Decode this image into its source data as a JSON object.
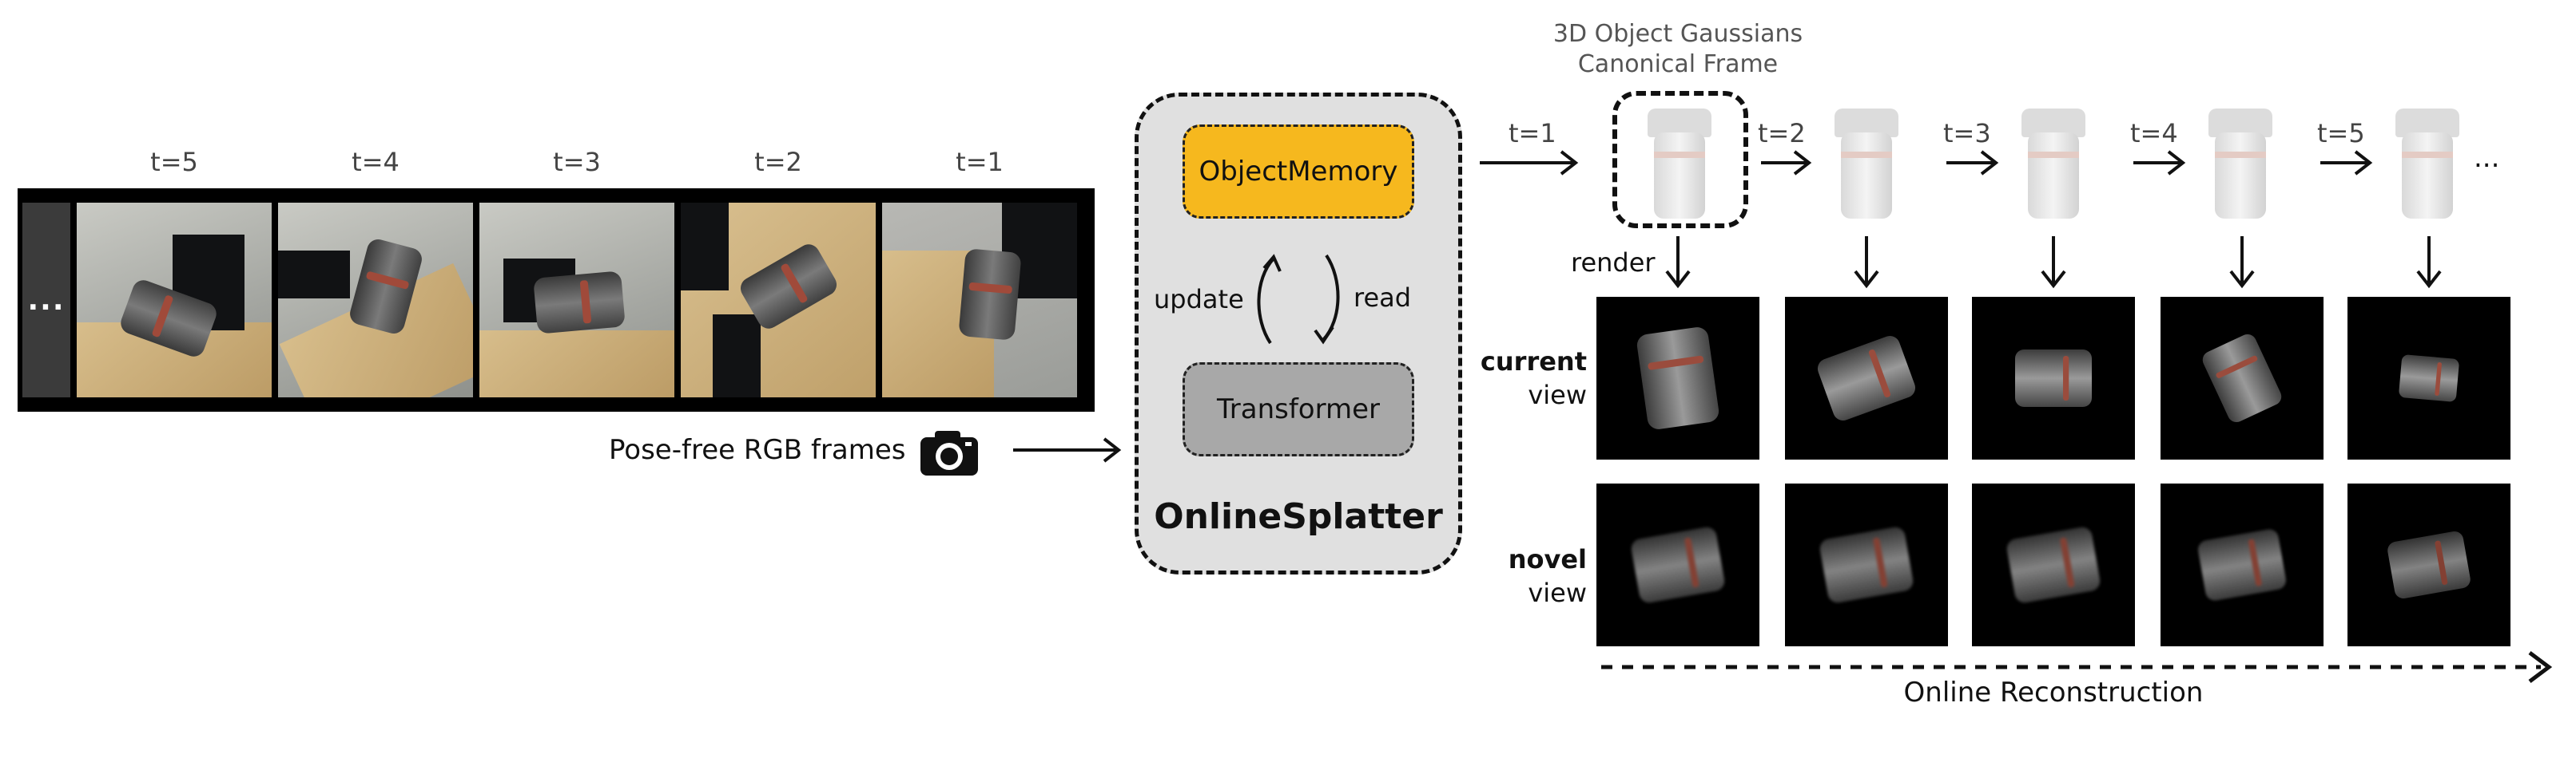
{
  "strip": {
    "more": "...",
    "frames": [
      {
        "label": "t=5"
      },
      {
        "label": "t=4"
      },
      {
        "label": "t=3"
      },
      {
        "label": "t=2"
      },
      {
        "label": "t=1"
      }
    ],
    "caption": "Pose-free RGB frames",
    "camera_icon": "camera-icon"
  },
  "splatter": {
    "memory_label": "ObjectMemory",
    "transformer_label": "Transformer",
    "update_label": "update",
    "read_label": "read",
    "title": "OnlineSplatter",
    "colors": {
      "memory": "#f6b81e",
      "transformer": "#a8a8a8",
      "panel": "#e0e0e0"
    }
  },
  "gaussians": {
    "title_line1": "3D Object Gaussians",
    "title_line2": "Canonical Frame",
    "steps": [
      "t=1",
      "t=2",
      "t=3",
      "t=4",
      "t=5"
    ],
    "more": "...",
    "render_label": "render"
  },
  "views": {
    "current_bold": "current",
    "current_rest": "view",
    "novel_bold": "novel",
    "novel_rest": "view"
  },
  "timeline_label": "Online Reconstruction"
}
